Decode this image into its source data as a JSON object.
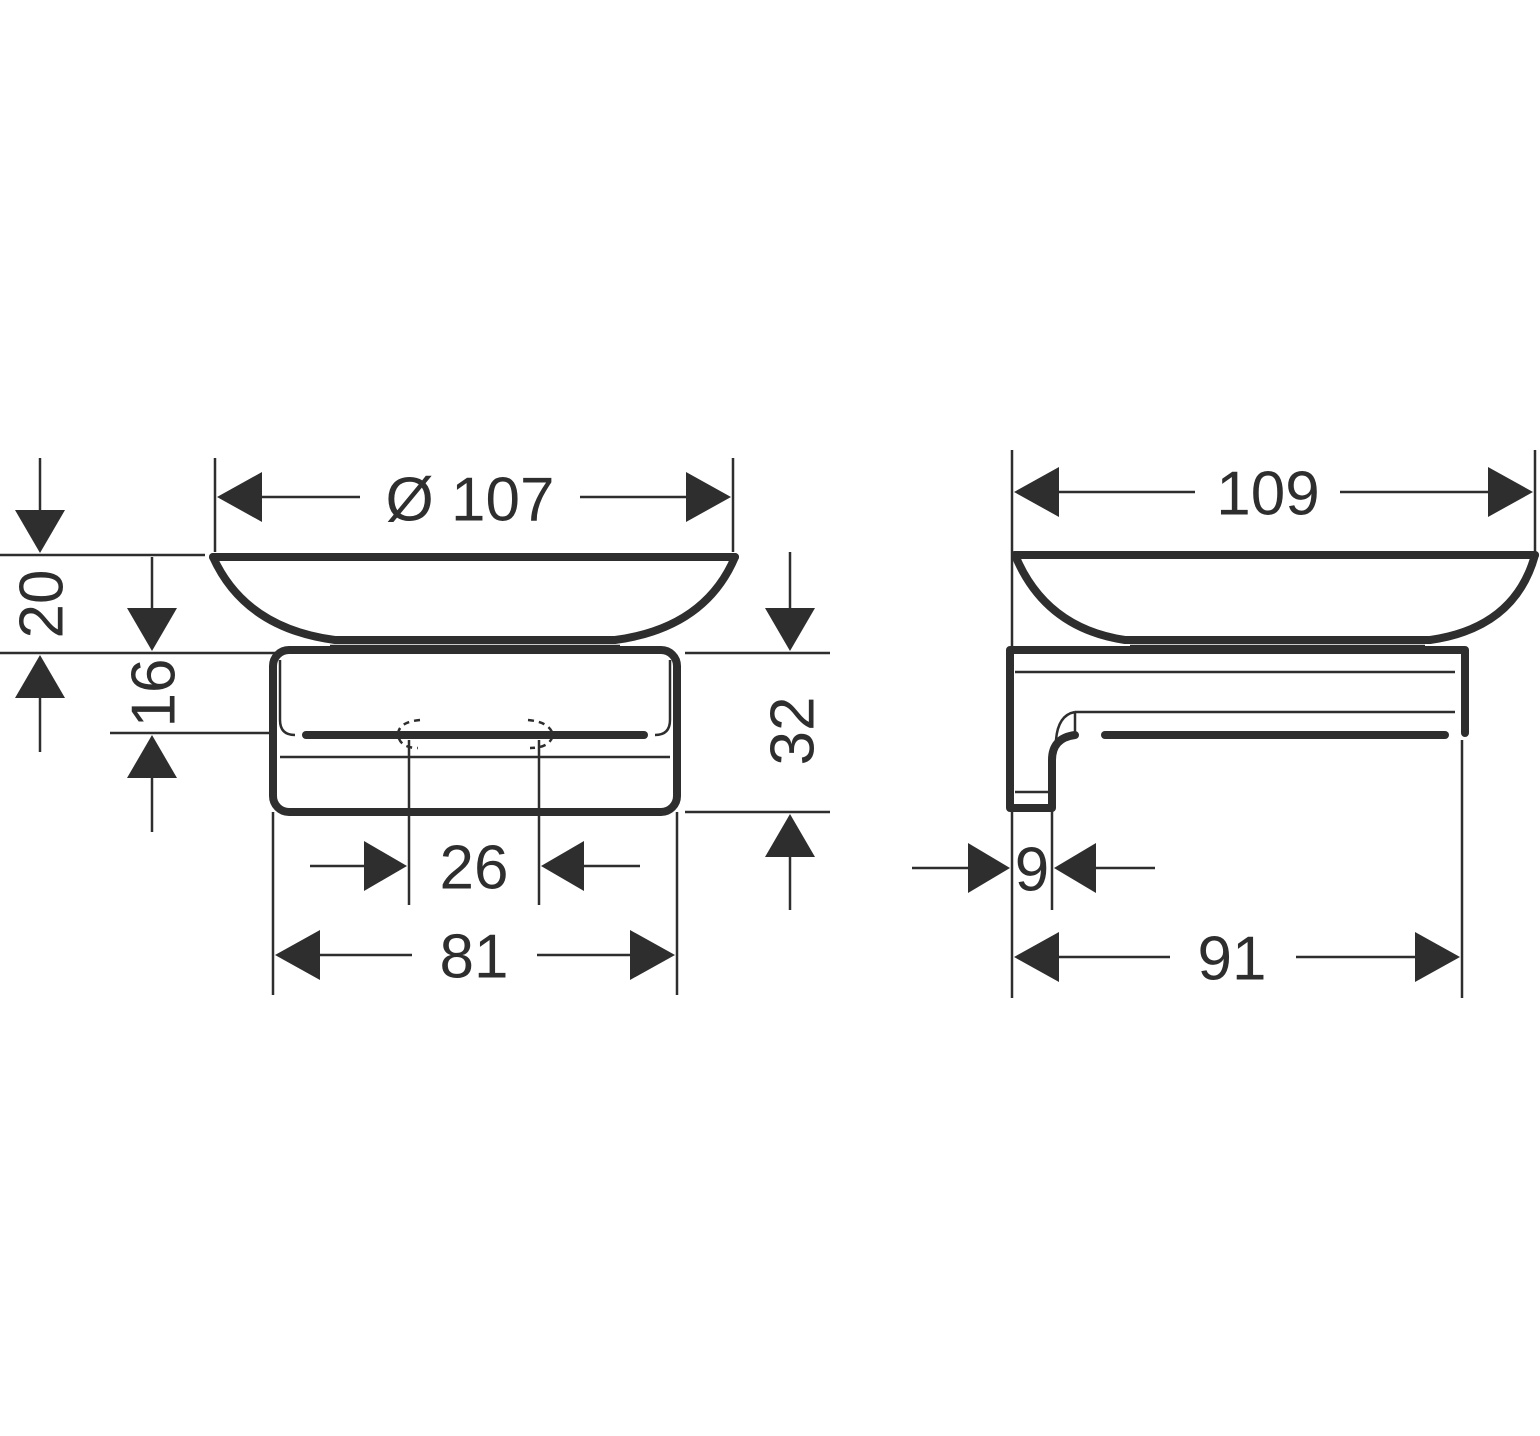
{
  "views": {
    "front": {
      "dimensions": {
        "bowl_diameter": "Ø 107",
        "bowl_height": "20",
        "upper_block_height": "16",
        "total_block_height": "32",
        "screw_spacing": "26",
        "block_width": "81"
      }
    },
    "side": {
      "dimensions": {
        "bowl_width": "109",
        "wall_plate_depth": "9",
        "projection": "91"
      }
    }
  },
  "colors": {
    "line": "#2e2e2e",
    "background": "#ffffff"
  }
}
